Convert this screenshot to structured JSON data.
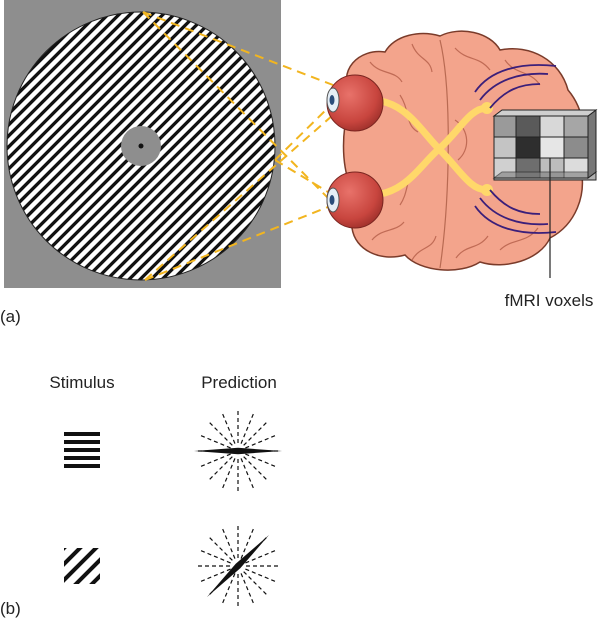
{
  "panel_a": {
    "label": "(a)",
    "voxel_label": "fMRI voxels"
  },
  "panel_b": {
    "label": "(b)",
    "column_stimulus": "Stimulus",
    "column_prediction": "Prediction",
    "rows": [
      {
        "stimulus": "horizontal grating",
        "prediction_angle_deg": 0
      },
      {
        "stimulus": "oblique grating",
        "prediction_angle_deg": 45
      }
    ]
  },
  "colors": {
    "background_gray": "#8e8e8e",
    "brain": "#f3a48c",
    "brain_outline": "#7a3b2a",
    "eye": "#c8453e",
    "optic_path": "#ffd86a",
    "projection_lines": "#f2b51f",
    "retinotopic_lines": "#3b1f7a"
  }
}
